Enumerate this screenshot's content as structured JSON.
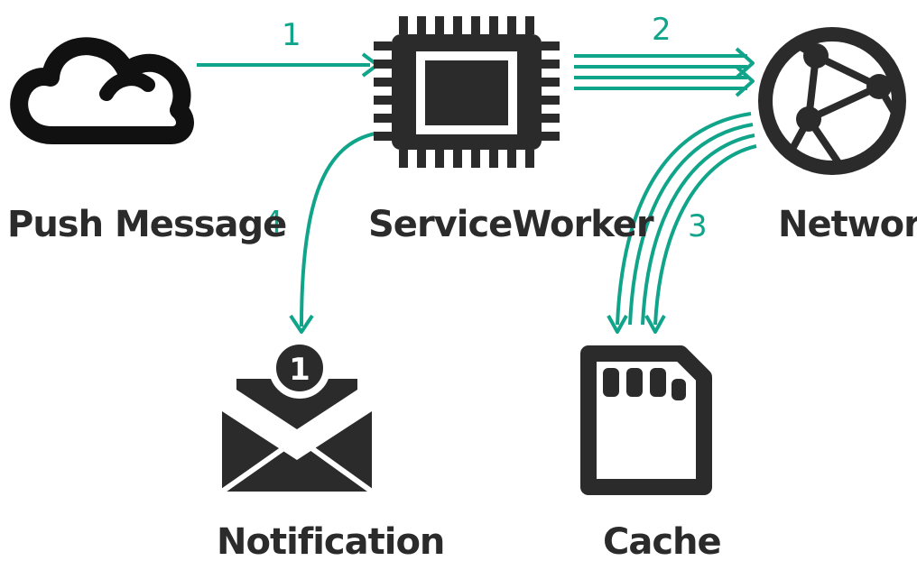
{
  "nodes": {
    "push_message": {
      "label": "Push Message",
      "icon": "cloud-icon"
    },
    "service_worker": {
      "label": "ServiceWorker",
      "icon": "cpu-chip-icon"
    },
    "network": {
      "label": "Network",
      "icon": "globe-network-icon"
    },
    "notification": {
      "label": "Notification",
      "icon": "envelope-badge-icon",
      "badge": "1"
    },
    "cache": {
      "label": "Cache",
      "icon": "sd-card-icon"
    }
  },
  "steps": [
    "1",
    "2",
    "3",
    "4"
  ],
  "colors": {
    "arrow": "#10a58a",
    "icon": "#2b2b2b",
    "background": "#ffffff"
  }
}
